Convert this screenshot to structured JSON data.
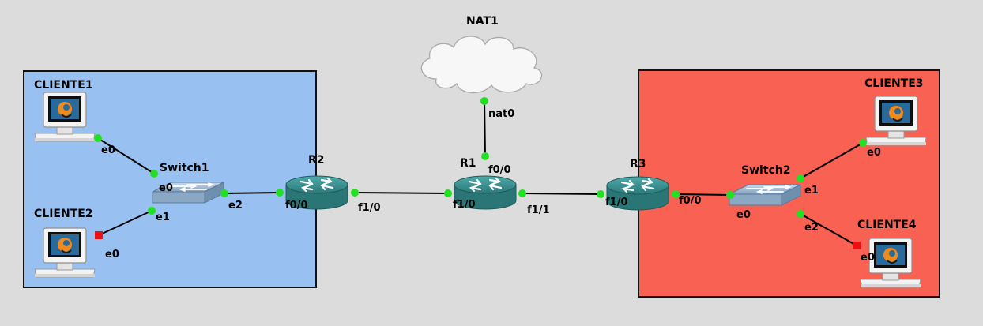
{
  "colors": {
    "background": "#dcdcdc",
    "zone_blue": "#98c1f2",
    "zone_red": "#f96152",
    "link": "#000000",
    "port_up": "#22e022",
    "port_down": "#ee1111"
  },
  "nodes": {
    "nat1": {
      "label": "NAT1",
      "icon": "cloud-icon"
    },
    "r1": {
      "label": "R1",
      "icon": "router-icon"
    },
    "r2": {
      "label": "R2",
      "icon": "router-icon"
    },
    "r3": {
      "label": "R3",
      "icon": "router-icon"
    },
    "switch1": {
      "label": "Switch1",
      "icon": "switch-icon"
    },
    "switch2": {
      "label": "Switch2",
      "icon": "switch-icon"
    },
    "cliente1": {
      "label": "CLIENTE1",
      "icon": "computer-icon"
    },
    "cliente2": {
      "label": "CLIENTE2",
      "icon": "computer-icon"
    },
    "cliente3": {
      "label": "CLIENTE3",
      "icon": "computer-icon"
    },
    "cliente4": {
      "label": "CLIENTE4",
      "icon": "computer-icon"
    }
  },
  "ports": {
    "nat1_nat0": "nat0",
    "r1_f00": "f0/0",
    "r1_f10": "f1/0",
    "r1_f11": "f1/1",
    "r2_f00": "f0/0",
    "r2_f10": "f1/0",
    "r3_f10": "f1/0",
    "r3_f00": "f0/0",
    "sw1_e0": "e0",
    "sw1_e1": "e1",
    "sw1_e2": "e2",
    "sw2_e0": "e0",
    "sw2_e1": "e1",
    "sw2_e2": "e2",
    "c1_e0": "e0",
    "c2_e0": "e0",
    "c3_e0": "e0",
    "c4_e0": "e0"
  },
  "links": [
    {
      "from": "nat1",
      "to": "r1",
      "status": "up"
    },
    {
      "from": "r1",
      "to": "r2",
      "status": "up"
    },
    {
      "from": "r1",
      "to": "r3",
      "status": "up"
    },
    {
      "from": "r2",
      "to": "switch1",
      "status": "up"
    },
    {
      "from": "switch1",
      "to": "cliente1",
      "status": "up"
    },
    {
      "from": "switch1",
      "to": "cliente2",
      "status": "down"
    },
    {
      "from": "r3",
      "to": "switch2",
      "status": "up"
    },
    {
      "from": "switch2",
      "to": "cliente3",
      "status": "up"
    },
    {
      "from": "switch2",
      "to": "cliente4",
      "status": "down"
    }
  ]
}
